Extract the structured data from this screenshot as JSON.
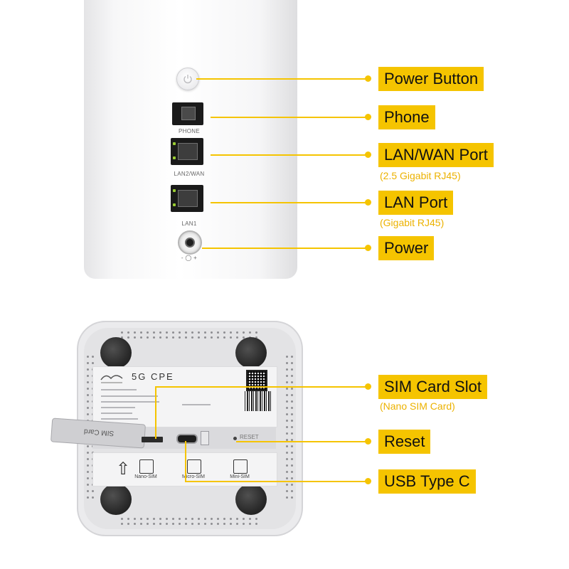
{
  "callouts": {
    "power_button": "Power Button",
    "phone": "Phone",
    "lan_wan": "LAN/WAN Port",
    "lan_wan_sub": "(2.5 Gigabit RJ45)",
    "lan": "LAN Port",
    "lan_sub": "(Gigabit RJ45)",
    "power": "Power",
    "sim": "SIM Card Slot",
    "sim_sub": "(Nano SIM Card)",
    "reset": "Reset",
    "usb": "USB Type C"
  },
  "back_panel": {
    "phone_label": "PHONE",
    "lan_wan_label": "LAN2/WAN",
    "lan_label": "LAN1",
    "power_label": "- ◯ +"
  },
  "underside": {
    "product_name": "5G CPE",
    "sim_cover_text": "SIM Card",
    "reset_text": "RESET",
    "nano_sim": "Nano-SIM",
    "micro_sim": "Micro-SIM",
    "mini_sim": "Mini-SIM"
  },
  "colors": {
    "accent": "#f5c400",
    "sub_text": "#ecb200"
  }
}
